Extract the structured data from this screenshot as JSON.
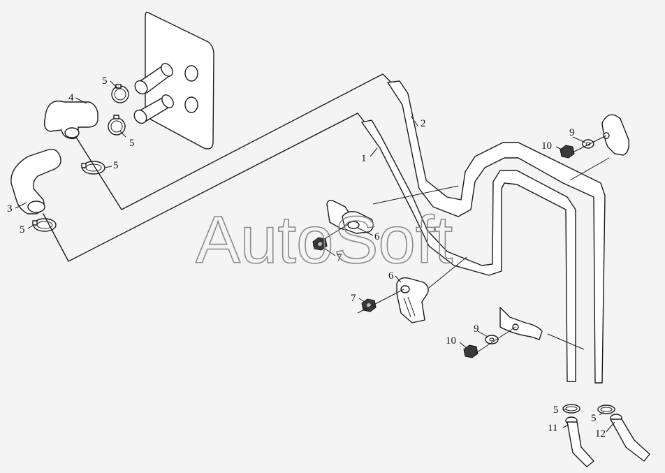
{
  "watermark": {
    "text": "AutoSoft"
  },
  "callouts": [
    {
      "id": "c1",
      "text": "1"
    },
    {
      "id": "c2",
      "text": "2"
    },
    {
      "id": "c3",
      "text": "3"
    },
    {
      "id": "c4",
      "text": "4"
    },
    {
      "id": "c5a",
      "text": "5"
    },
    {
      "id": "c5b",
      "text": "5"
    },
    {
      "id": "c5c",
      "text": "5"
    },
    {
      "id": "c5d",
      "text": "5"
    },
    {
      "id": "c5e",
      "text": "5"
    },
    {
      "id": "c5f",
      "text": "5"
    },
    {
      "id": "c6a",
      "text": "6"
    },
    {
      "id": "c6b",
      "text": "6"
    },
    {
      "id": "c7a",
      "text": "7"
    },
    {
      "id": "c7b",
      "text": "7"
    },
    {
      "id": "c9a",
      "text": "9"
    },
    {
      "id": "c9b",
      "text": "9"
    },
    {
      "id": "c10a",
      "text": "10"
    },
    {
      "id": "c10b",
      "text": "10"
    },
    {
      "id": "c11",
      "text": "11"
    },
    {
      "id": "c12",
      "text": "12"
    }
  ]
}
